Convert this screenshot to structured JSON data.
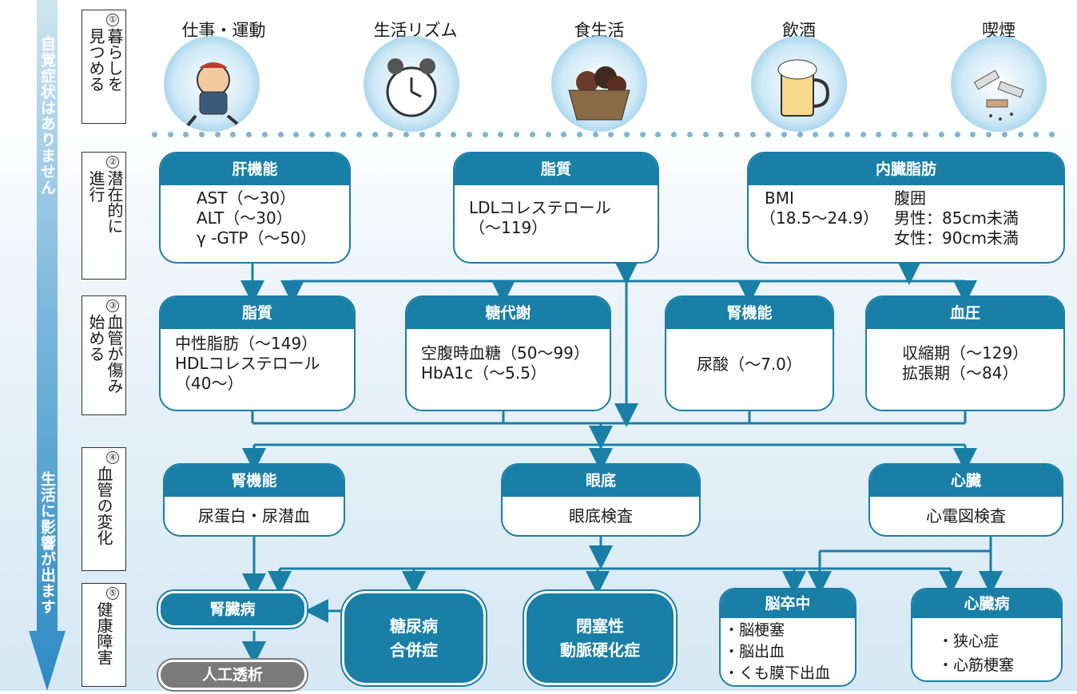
{
  "left_arrow": {
    "top_text": "自覚症状はありません",
    "bottom_text": "生活に影響が出ます",
    "color": "#4fa3d1"
  },
  "stages": [
    {
      "num": "①",
      "line1": "暮らしを",
      "line2": "見つめる"
    },
    {
      "num": "②",
      "line1": "潜在的に",
      "line2": "進行"
    },
    {
      "num": "③",
      "line1": "血管が傷み",
      "line2": "始める"
    },
    {
      "num": "④",
      "line1": "血管の変化",
      "line2": ""
    },
    {
      "num": "⑤",
      "line1": "健康障害",
      "line2": ""
    }
  ],
  "lifestyle": [
    {
      "label": "仕事・運動",
      "icon": "running-man-icon"
    },
    {
      "label": "生活リズム",
      "icon": "alarm-clock-icon"
    },
    {
      "label": "食生活",
      "icon": "vegetable-basket-icon"
    },
    {
      "label": "飲酒",
      "icon": "beer-mug-icon"
    },
    {
      "label": "喫煙",
      "icon": "cigarette-butts-icon"
    }
  ],
  "row2": {
    "liver": {
      "title": "肝機能",
      "lines": [
        "AST（～30）",
        "ALT（～30）",
        "γ -GTP（～50）"
      ]
    },
    "lipid": {
      "title": "脂質",
      "lines": [
        "LDLコレステロール",
        "（～119）"
      ]
    },
    "visceral": {
      "title": "内臓脂肪",
      "bmi": "BMI",
      "bmi_range": "（18.5～24.9）",
      "waist": "腹囲",
      "male": "男性：85cm未満",
      "female": "女性：90cm未満"
    }
  },
  "row3": {
    "lipid": {
      "title": "脂質",
      "lines": [
        "中性脂肪（～149）",
        "HDLコレステロール",
        "（40～）"
      ]
    },
    "sugar": {
      "title": "糖代謝",
      "lines": [
        "空腹時血糖（50～99）",
        "HbA1c（～5.5）"
      ]
    },
    "kidney": {
      "title": "腎機能",
      "lines": [
        "尿酸（～7.0）"
      ]
    },
    "bp": {
      "title": "血圧",
      "lines": [
        "収縮期（～129）",
        "拡張期（～84）"
      ]
    }
  },
  "row4": {
    "kidney": {
      "title": "腎機能",
      "body": "尿蛋白・尿潜血"
    },
    "fundus": {
      "title": "眼底",
      "body": "眼底検査"
    },
    "heart": {
      "title": "心臓",
      "body": "心電図検査"
    }
  },
  "row5": {
    "ckd": "腎臓病",
    "dialysis": "人工透析",
    "diabetes": [
      "糖尿病",
      "合併症"
    ],
    "ao": [
      "閉塞性",
      "動脈硬化症"
    ],
    "stroke": {
      "title": "脳卒中",
      "items": [
        "・脳梗塞",
        "・脳出血",
        "・くも膜下出血"
      ]
    },
    "heart_disease": {
      "title": "心臓病",
      "items": [
        "・狭心症",
        "・心筋梗塞"
      ]
    }
  },
  "colors": {
    "primary": "#1a7fa6",
    "dialysis": "#7a7a7a",
    "dots": "#7fb4d4"
  }
}
